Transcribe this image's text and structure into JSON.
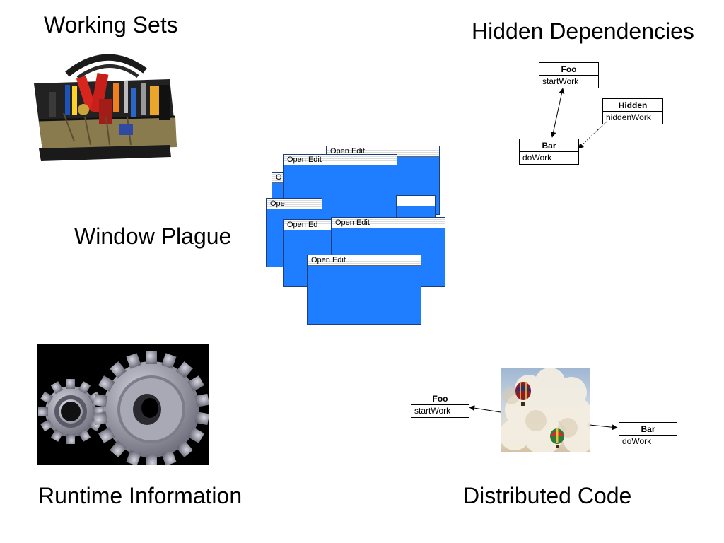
{
  "labels": {
    "working_sets": "Working Sets",
    "hidden_dependencies": "Hidden Dependencies",
    "window_plague": "Window Plague",
    "runtime_information": "Runtime Information",
    "distributed_code": "Distributed Code"
  },
  "hidden_dependencies": {
    "foo": {
      "name": "Foo",
      "method": "startWork"
    },
    "hidden": {
      "name": "Hidden",
      "method": "hiddenWork"
    },
    "bar": {
      "name": "Bar",
      "method": "doWork"
    }
  },
  "window_plague": {
    "window_bar_text": "Open Edit",
    "window_bar_text_partial_1": "Ope",
    "window_bar_text_partial_2": "O",
    "window_bar_text_partial_3": "Open Ed",
    "window_color": "#1f7eff"
  },
  "distributed_code": {
    "foo": {
      "name": "Foo",
      "method": "startWork"
    },
    "bar": {
      "name": "Bar",
      "method": "doWork"
    }
  },
  "images": {
    "working_sets": "toolbag",
    "runtime_information": "gears",
    "distributed_code": "hot-air-balloons-clouds"
  }
}
